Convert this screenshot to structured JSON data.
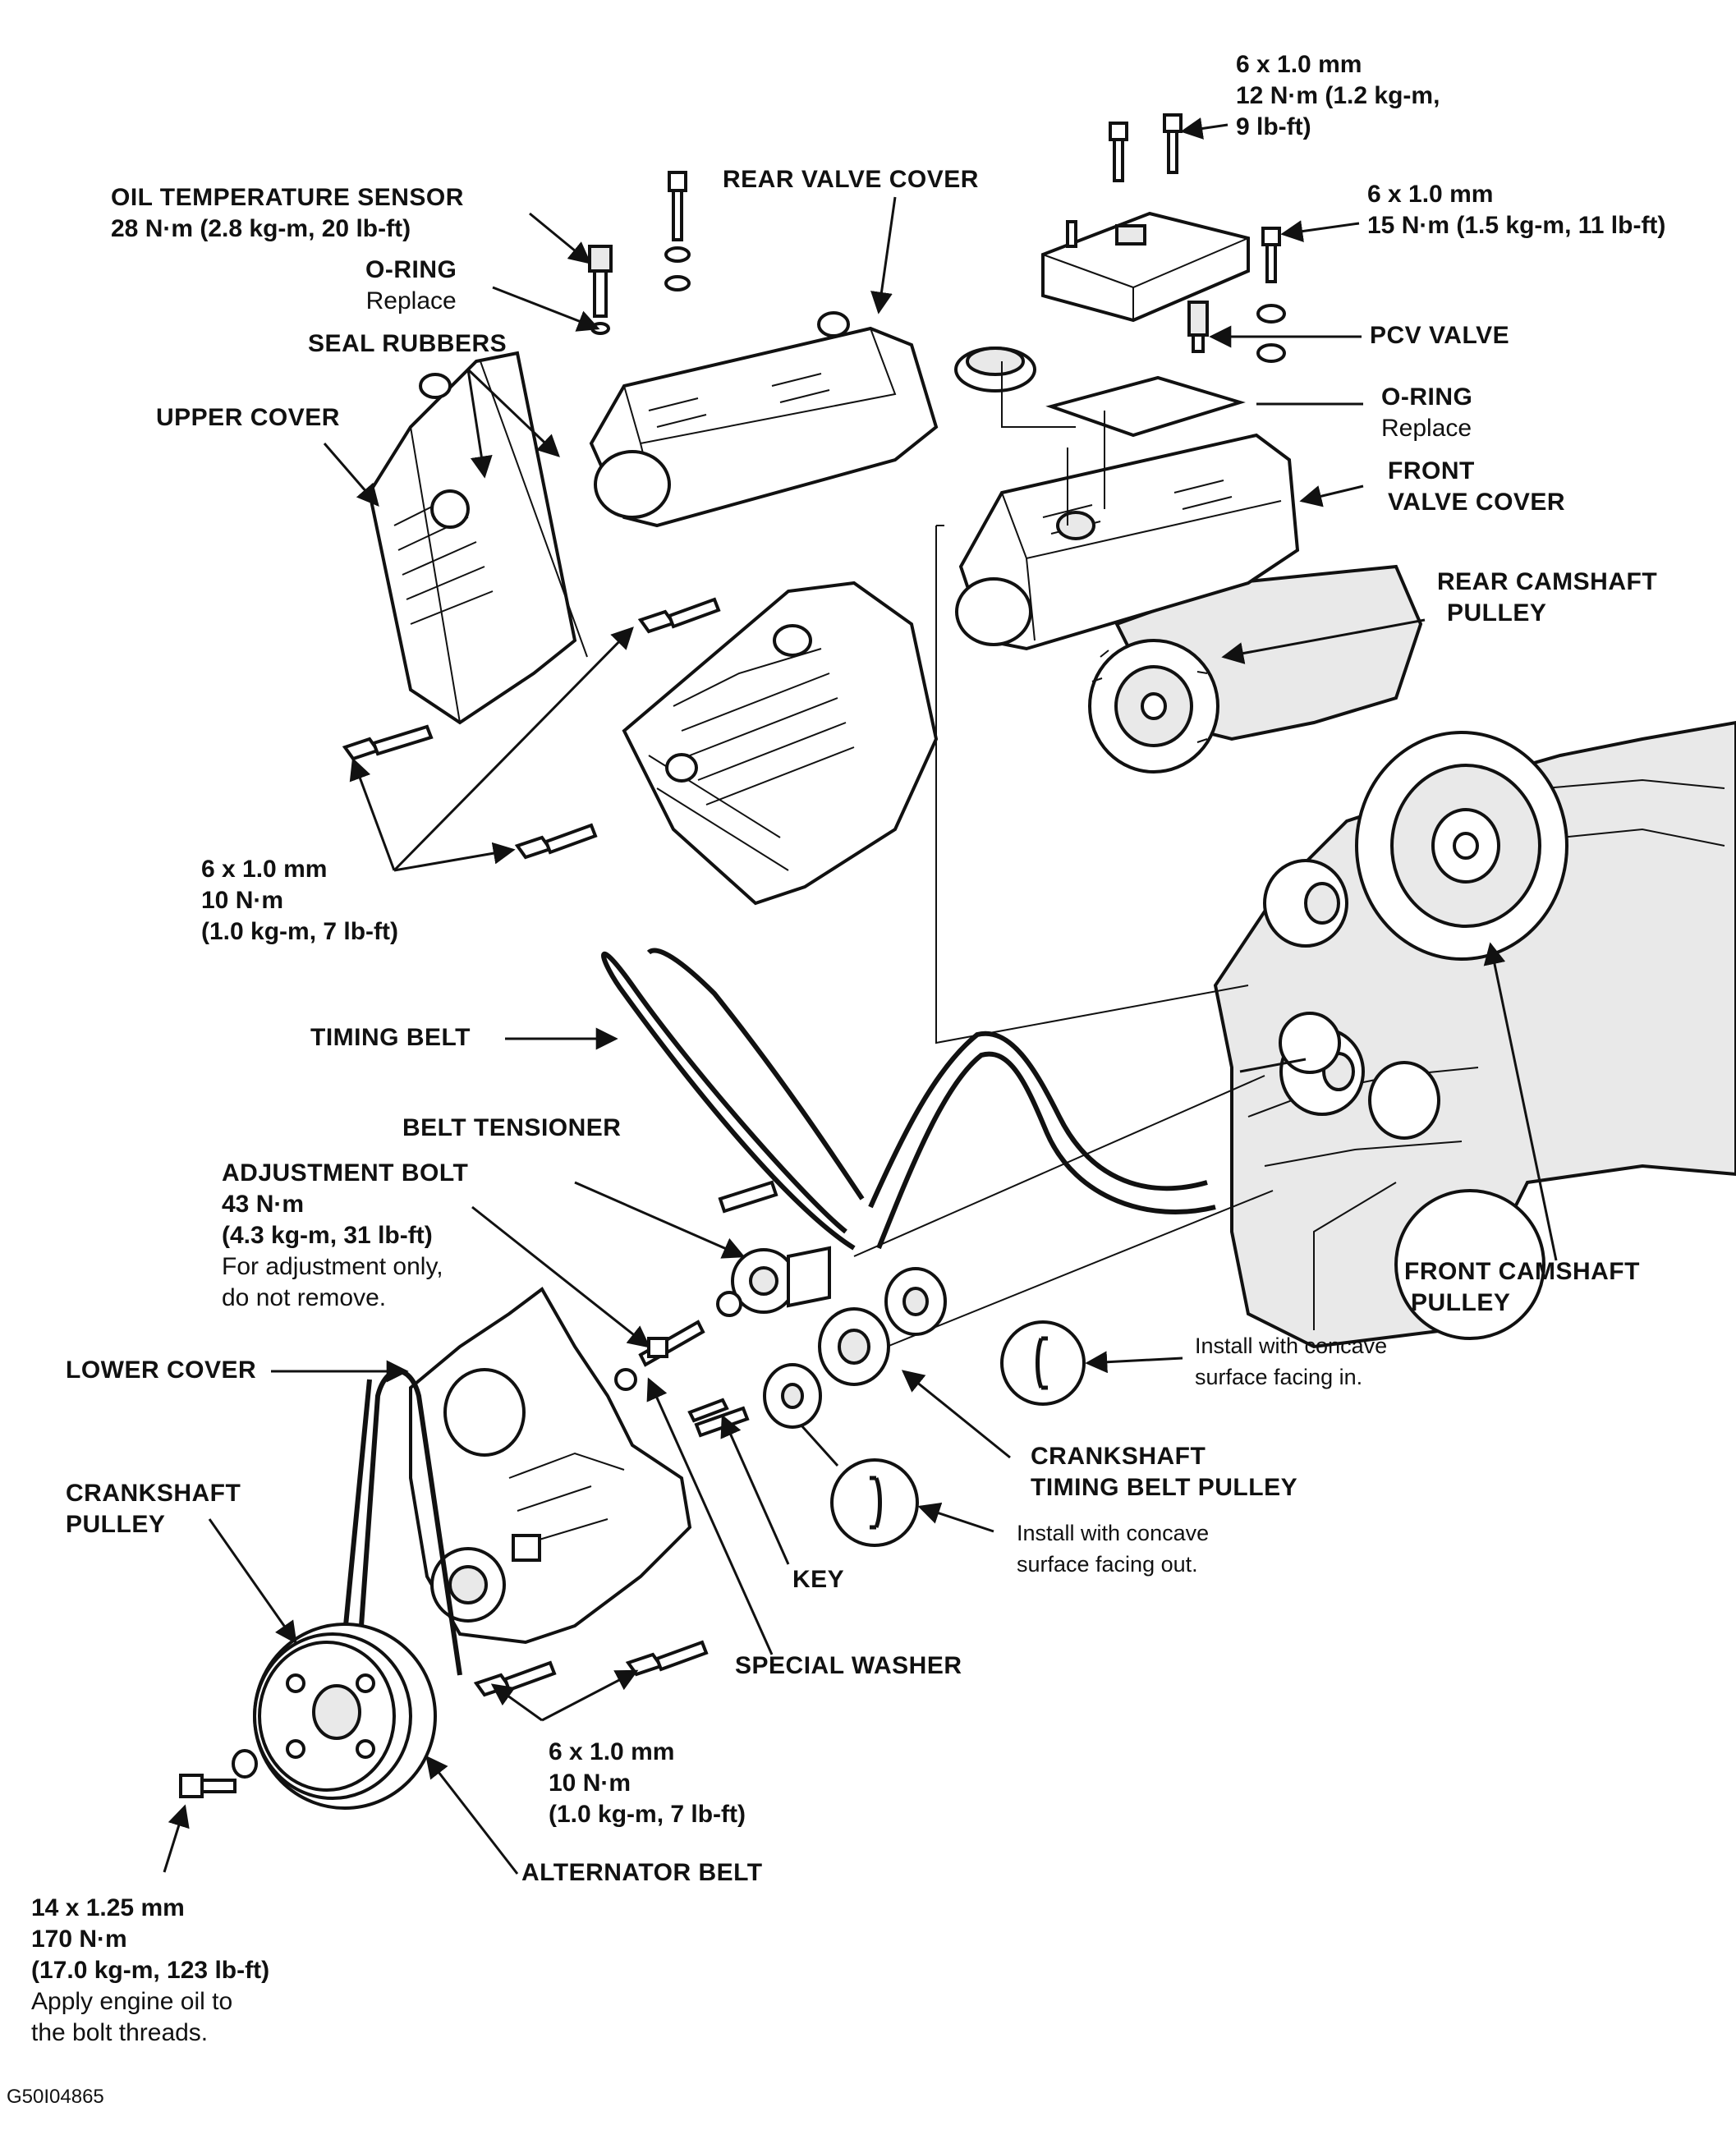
{
  "labels": {
    "oil_temp_sensor": {
      "title": "OIL TEMPERATURE SENSOR",
      "spec": "28 N·m (2.8 kg-m, 20 lb-ft)"
    },
    "oring_top": {
      "title": "O-RING",
      "note": "Replace"
    },
    "seal_rubbers": {
      "title": "SEAL RUBBERS"
    },
    "upper_cover": {
      "title": "UPPER COVER"
    },
    "rear_valve_cover": {
      "title": "REAR VALVE COVER"
    },
    "bolt_12nm": {
      "size": "6 x 1.0 mm",
      "spec1": "12 N·m (1.2 kg-m,",
      "spec2": "9 lb-ft)"
    },
    "bolt_15nm": {
      "size": "6 x 1.0 mm",
      "spec": "15 N·m (1.5 kg-m, 11 lb-ft)"
    },
    "pcv_valve": {
      "title": "PCV VALVE"
    },
    "oring_right": {
      "title": "O-RING",
      "note": "Replace"
    },
    "front_valve_cover": {
      "line1": "FRONT",
      "line2": "VALVE COVER"
    },
    "rear_camshaft_pulley": {
      "line1": "REAR CAMSHAFT",
      "line2": "PULLEY"
    },
    "bolt_10nm_upper": {
      "size": "6 x 1.0 mm",
      "spec1": "10 N·m",
      "spec2": "(1.0 kg-m, 7 lb-ft)"
    },
    "timing_belt": {
      "title": "TIMING BELT"
    },
    "belt_tensioner": {
      "title": "BELT TENSIONER"
    },
    "adjustment_bolt": {
      "title": "ADJUSTMENT BOLT",
      "spec1": "43 N·m",
      "spec2": "(4.3 kg-m, 31 lb-ft)",
      "note1": "For adjustment only,",
      "note2": "do not remove."
    },
    "front_camshaft_pulley": {
      "line1": "FRONT CAMSHAFT",
      "line2": "PULLEY"
    },
    "concave_in": {
      "line1": "Install with concave",
      "line2": "surface facing in."
    },
    "lower_cover": {
      "title": "LOWER COVER"
    },
    "crankshaft_timing_pulley": {
      "line1": "CRANKSHAFT",
      "line2": "TIMING BELT PULLEY"
    },
    "crankshaft_pulley": {
      "line1": "CRANKSHAFT",
      "line2": "PULLEY"
    },
    "concave_out": {
      "line1": "Install with concave",
      "line2": "surface facing out."
    },
    "key": {
      "title": "KEY"
    },
    "special_washer": {
      "title": "SPECIAL WASHER"
    },
    "bolt_10nm_lower": {
      "size": "6 x 1.0 mm",
      "spec1": "10 N·m",
      "spec2": "(1.0 kg-m, 7 lb-ft)"
    },
    "alternator_belt": {
      "title": "ALTERNATOR BELT"
    },
    "crank_bolt": {
      "size": "14 x 1.25 mm",
      "spec1": "170 N·m",
      "spec2": "(17.0 kg-m, 123 lb-ft)",
      "note1": "Apply engine oil to",
      "note2": "the bolt threads."
    }
  },
  "figure_code": "G50I04865"
}
